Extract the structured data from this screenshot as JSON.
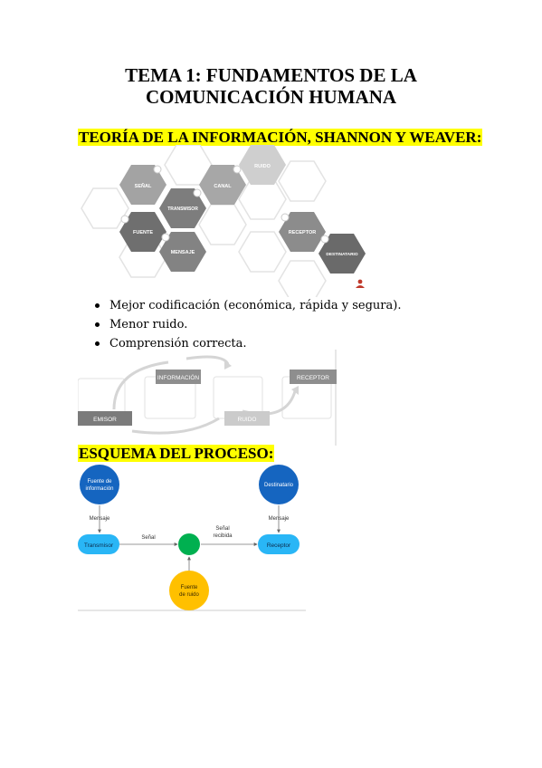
{
  "title": {
    "line1": "TEMA 1: FUNDAMENTOS DE LA",
    "line2": "COMUNICACIÓN HUMANA"
  },
  "section1": {
    "heading": "TEORÍA DE LA INFORMACIÓN, SHANNON Y WEAVER:",
    "hex_labels": {
      "senal": "SEÑAL",
      "canal": "CANAL",
      "ruido": "RUIDO",
      "transmisor": "TRANSMISOR",
      "fuente": "FUENTE",
      "mensaje": "MENSAJE",
      "receptor": "RECEPTOR",
      "destinatario": "DESTINATARIO"
    },
    "bullets": [
      "Mejor codificación (económica, rápida y segura).",
      "Menor ruido.",
      "Comprensión correcta."
    ],
    "flow_labels": {
      "informacion": "INFORMACIÓN",
      "receptor": "RECEPTOR",
      "emisor": "EMISOR",
      "ruido": "RUIDO"
    }
  },
  "section2": {
    "heading": "ESQUEMA DEL PROCESO:",
    "nodes": {
      "fuente_info_1": "Fuente de",
      "fuente_info_2": "información",
      "destinatario": "Destinatario",
      "transmisor": "Transmisor",
      "receptor": "Receptor",
      "fuente_ruido_1": "Fuente",
      "fuente_ruido_2": "de ruido"
    },
    "edges": {
      "mensaje_left": "Mensaje",
      "mensaje_right": "Mensaje",
      "senal": "Señal",
      "senal_recibida_1": "Señal",
      "senal_recibida_2": "recibida"
    }
  }
}
